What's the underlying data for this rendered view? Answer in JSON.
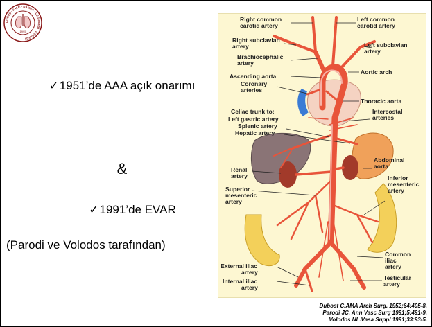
{
  "slide": {
    "bullets": {
      "line1": "1951’de AAA açık onarımı",
      "ampersand": "&",
      "line2": "1991’de EVAR",
      "line3": "(Parodi ve Volodos tarafından)"
    },
    "check_icon": "check-mark",
    "references": [
      "Dubost C.AMA Arch Surg. 1952;64:405-8.",
      "Parodi JC. Ann Vasc Surg 1991;5:491-9.",
      "Volodos NL.Vasa Suppl 1991;33:93-5."
    ],
    "logo": {
      "ring_text": "DOĞUŞ · SALP. · DAMAR · CERRAHİSİ · DERNEĞİ ·",
      "year": "1995"
    }
  },
  "diagram": {
    "labels": {
      "right_common_carotid": [
        "Right common",
        "carotid artery"
      ],
      "left_common_carotid": [
        "Left common",
        "carotid artery"
      ],
      "right_subclavian": [
        "Right subclavian",
        "artery"
      ],
      "left_subclavian": [
        "Left subclavian",
        "artery"
      ],
      "brachiocephalic": [
        "Brachiocephalic",
        "artery"
      ],
      "aortic_arch": [
        "Aortic arch"
      ],
      "ascending_aorta": [
        "Ascending aorta"
      ],
      "coronary": [
        "Coronary",
        "arteries"
      ],
      "thoracic_aorta": [
        "Thoracic aorta"
      ],
      "celiac": [
        "Celiac trunk to:",
        "Left gastric artery",
        "Splenic artery",
        "Hepatic artery"
      ],
      "intercostal": [
        "Intercostal",
        "arteries"
      ],
      "abdominal_aorta": [
        "Abdominal",
        "aorta"
      ],
      "renal": [
        "Renal",
        "artery"
      ],
      "inferior_mesenteric": [
        "Inferior",
        "mesenteric",
        "artery"
      ],
      "superior_mesenteric": [
        "Superior",
        "mesenteric",
        "artery"
      ],
      "common_iliac": [
        "Common",
        "iliac",
        "artery"
      ],
      "external_iliac": [
        "External iliac",
        "artery"
      ],
      "internal_iliac": [
        "Internal iliac",
        "artery"
      ],
      "testicular": [
        "Testicular",
        "artery"
      ]
    },
    "colors": {
      "artery": "#e8543a",
      "artery_dark": "#b8321f",
      "heart": "#f5d3c2",
      "vein_blue": "#3a7bd5",
      "liver": "#8a7476",
      "stomach": "#f0a15a",
      "kidney": "#a23a2a",
      "intestine": "#f3d05a",
      "background": "#fdf7d2"
    }
  }
}
